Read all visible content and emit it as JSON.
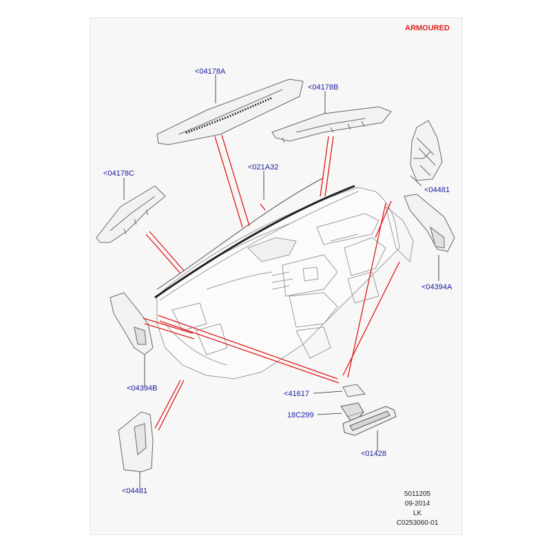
{
  "header": {
    "variant": "ARMOURED",
    "variant_color": "#e02020"
  },
  "callouts": {
    "top_cover_a": "<04178A",
    "top_cover_b": "<04178B",
    "left_cover_c": "<04178C",
    "seal_strip": "<021A32",
    "right_pillar_trim": "<04481",
    "right_end_panel": "<04394A",
    "left_end_panel": "<04394B",
    "small_pad": "<41617",
    "clip": "18C299",
    "glovebox_insert": "<01428",
    "left_pillar_trim": "<04481"
  },
  "callout_color": "#1a1aa0",
  "leader_color": "#e01818",
  "reference": {
    "number": "5011205",
    "date": "09-2014",
    "initials": "LK",
    "code": "C0253060-01"
  }
}
